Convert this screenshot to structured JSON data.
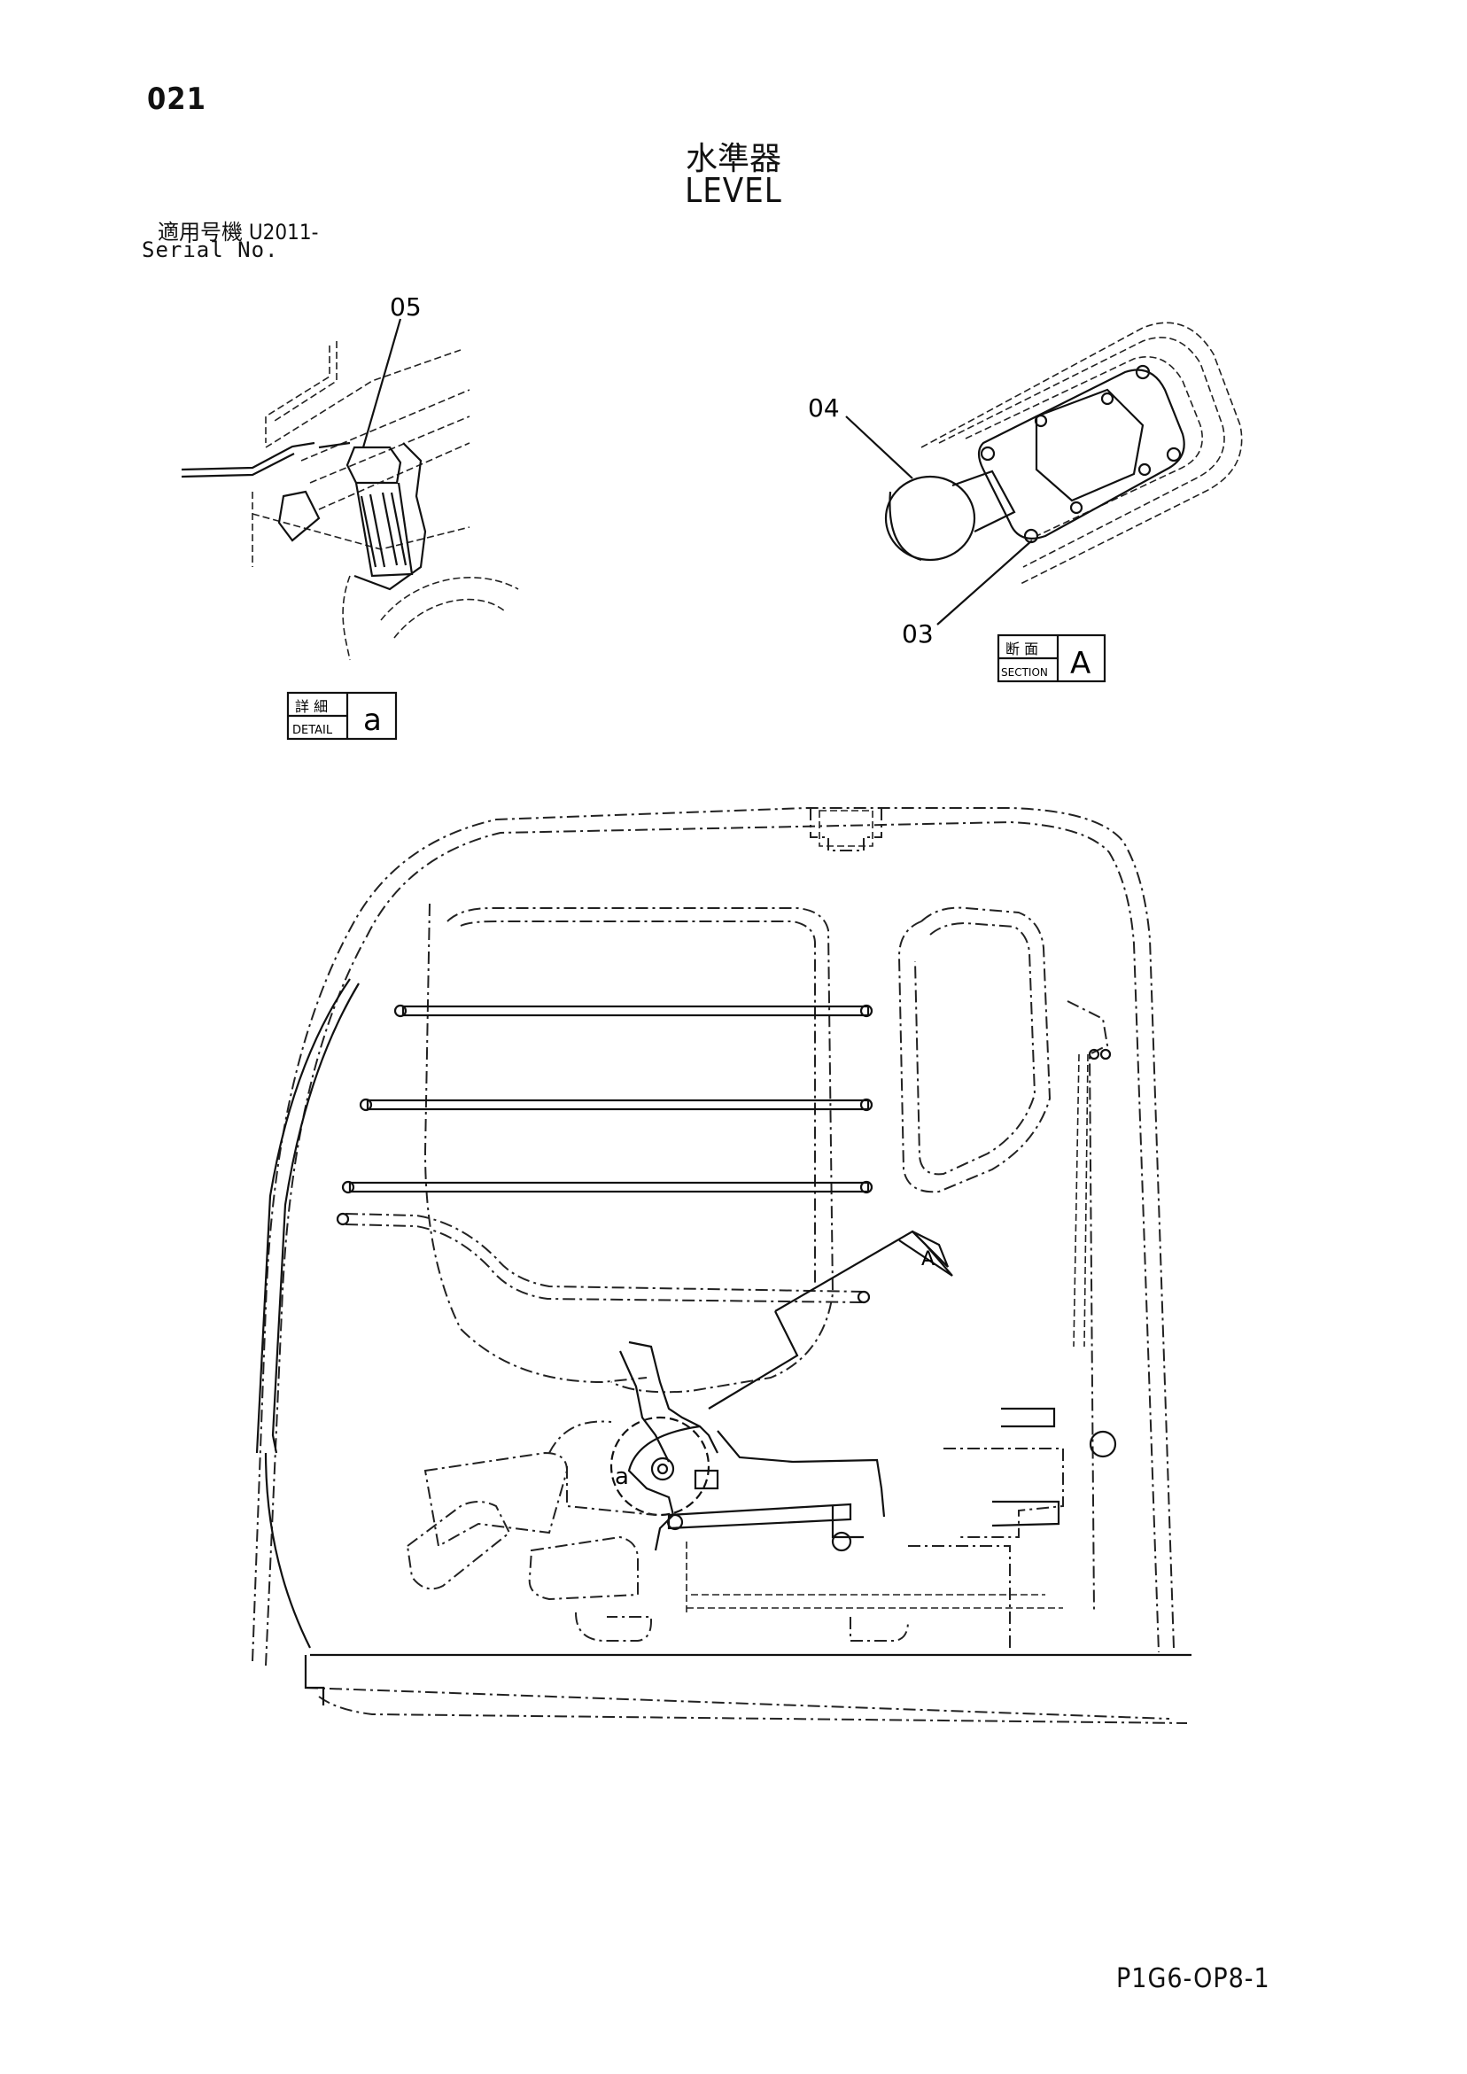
{
  "page_number": "021",
  "title_jp": "水準器",
  "title_en": "LEVEL",
  "serial_label_jp": "適用号機  U2011-",
  "serial_label_en": "Serial No.",
  "callouts": {
    "part_05": "05",
    "part_04": "04",
    "part_03": "03",
    "view_a": "A",
    "detail_a": "a"
  },
  "detail_box": {
    "jp": "詳 細",
    "en": "DETAIL",
    "letter": "a"
  },
  "section_box": {
    "jp": "断 面",
    "en": "SECTION",
    "letter": "A"
  },
  "footer_code": "P1G6-OP8-1"
}
